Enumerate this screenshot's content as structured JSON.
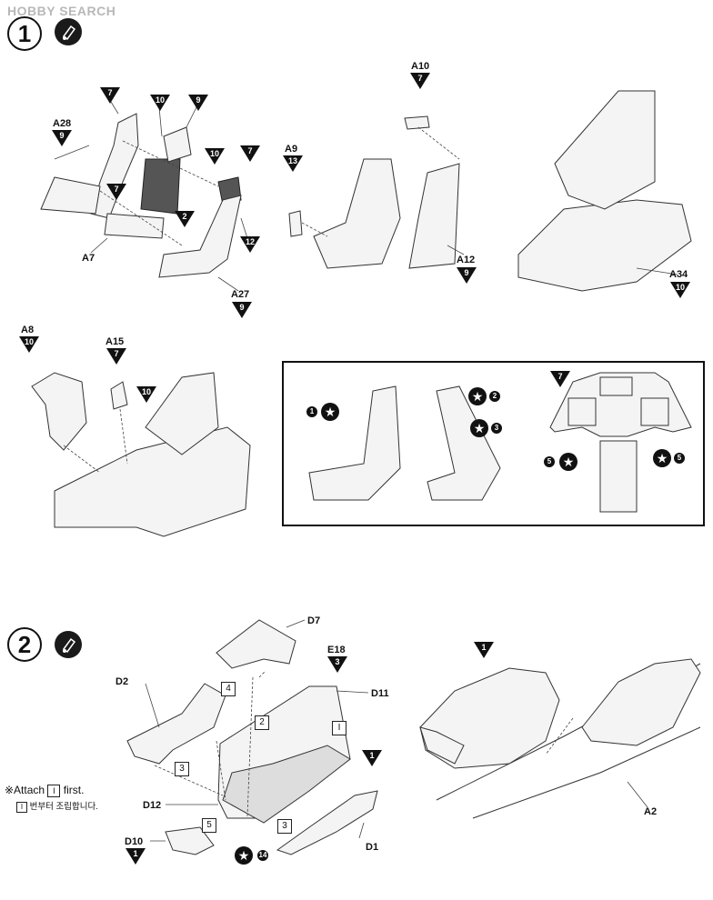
{
  "watermark": "HOBBY SEARCH",
  "steps": [
    {
      "number": "1"
    },
    {
      "number": "2"
    }
  ],
  "step1": {
    "labels": {
      "A28": "A28",
      "A7": "A7",
      "A27": "A27",
      "A9": "A9",
      "A10": "A10",
      "A12": "A12",
      "A34": "A34",
      "A8": "A8",
      "A15": "A15"
    },
    "color_codes": {
      "A28": "9",
      "top1": "7",
      "top2": "10",
      "top3": "9",
      "mid_r": "10",
      "mid_r2": "7",
      "mid_l": "7",
      "mid_c": "2",
      "r12": "12",
      "A27": "9",
      "A9": "13",
      "A10": "7",
      "A12": "9",
      "A34": "10",
      "A8": "10",
      "A15": "7",
      "A15_b": "10"
    }
  },
  "inset": {
    "callouts": [
      "1",
      "2",
      "3",
      "5",
      "5"
    ],
    "color_code": "7"
  },
  "step2": {
    "labels": {
      "D7": "D7",
      "E18": "E18",
      "D2": "D2",
      "D11": "D11",
      "D12": "D12",
      "D10": "D10",
      "D1": "D1",
      "A2": "A2"
    },
    "boxes": [
      "4",
      "2",
      "I",
      "3",
      "5",
      "3"
    ],
    "color_codes": {
      "E18": "3",
      "D11": "1",
      "D10": "1",
      "canopy": "1"
    },
    "decal": "14",
    "note_en_prefix": "※Attach",
    "note_en_box": "I",
    "note_en_suffix": "first.",
    "note_ko_box": "I",
    "note_ko": "번부터 조립합니다."
  }
}
